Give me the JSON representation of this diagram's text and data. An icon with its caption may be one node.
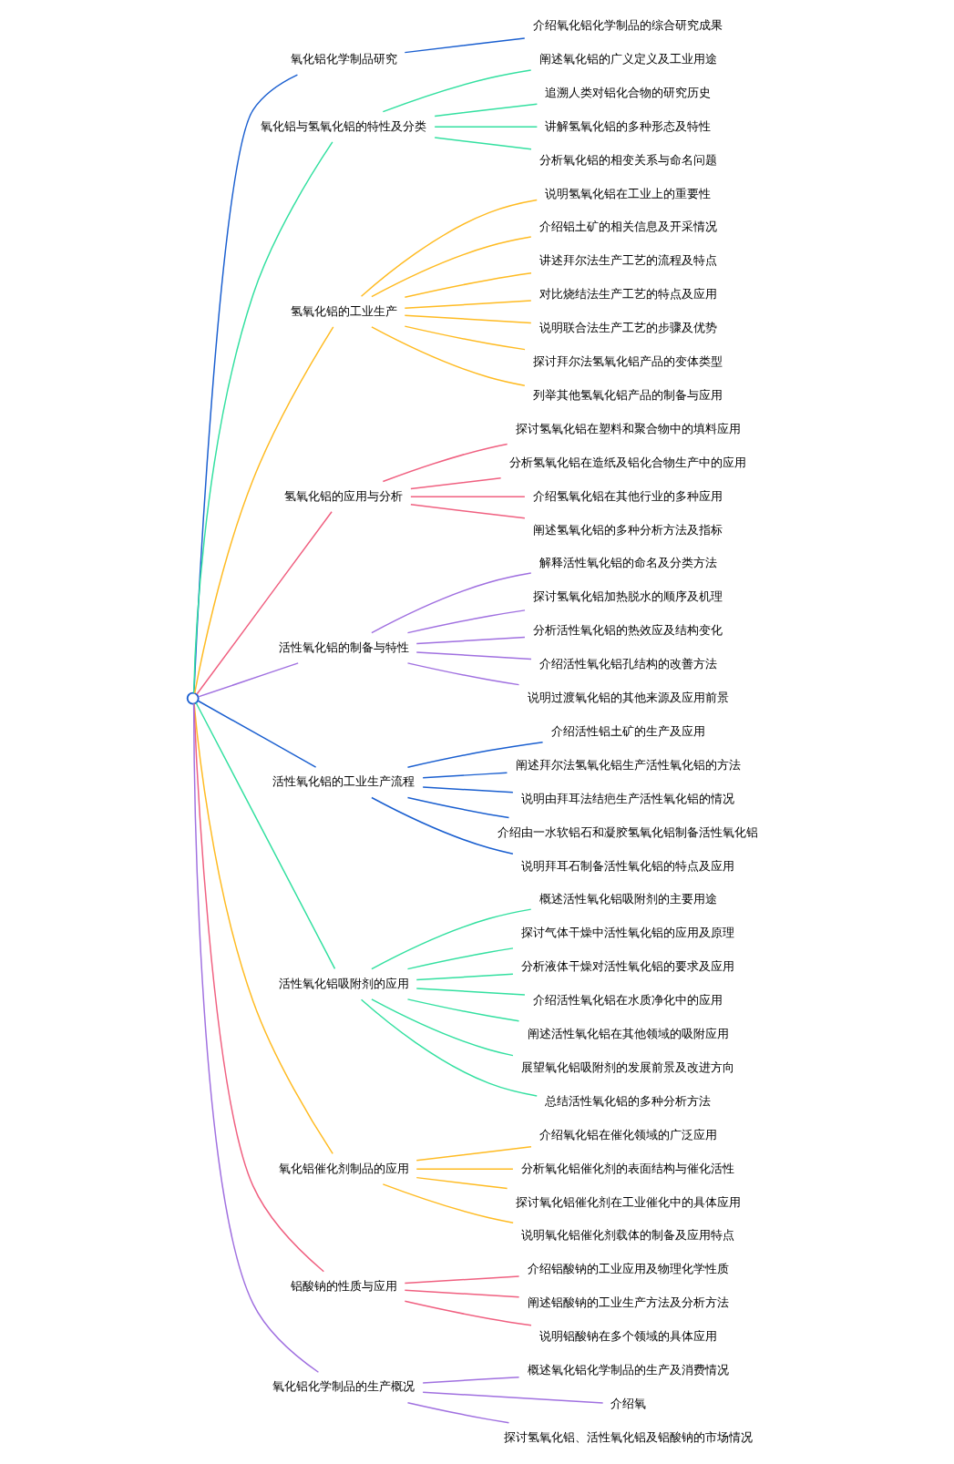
{
  "diagram": {
    "nodes": [
      {
        "text": [],
        "shape": "circle"
      },
      {
        "text": [
          "氧化铝化学制品研究"
        ]
      },
      {
        "text": [
          "介绍氧化铝化学制品的综合研究成果"
        ]
      },
      {
        "text": [
          "氧化铝与氢氧化铝的特性及分类"
        ]
      },
      {
        "text": [
          "阐述氧化铝的广义定义及工业用途"
        ]
      },
      {
        "text": [
          "追溯人类对铝化合物的研究历史"
        ]
      },
      {
        "text": [
          "讲解氢氧化铝的多种形态及特性"
        ]
      },
      {
        "text": [
          "分析氧化铝的相变关系与命名问题"
        ]
      },
      {
        "text": [
          "氢氧化铝的工业生产"
        ]
      },
      {
        "text": [
          "说明氢氧化铝在工业上的重要性"
        ]
      },
      {
        "text": [
          "介绍铝土矿的相关信息及开采情况"
        ]
      },
      {
        "text": [
          "讲述拜尔法生产工艺的流程及特点"
        ]
      },
      {
        "text": [
          "对比烧结法生产工艺的特点及应用"
        ]
      },
      {
        "text": [
          "说明联合法生产工艺的步骤及优势"
        ]
      },
      {
        "text": [
          "探讨拜尔法氢氧化铝产品的变体类型"
        ]
      },
      {
        "text": [
          "列举其他氢氧化铝产品的制备与应用"
        ]
      },
      {
        "text": [
          "氢氧化铝的应用与分析"
        ]
      },
      {
        "text": [
          "探讨氢氧化铝在塑料和聚合物中的填料应用"
        ]
      },
      {
        "text": [
          "分析氢氧化铝在造纸及铝化合物生产中的应用"
        ]
      },
      {
        "text": [
          "介绍氢氧化铝在其他行业的多种应用"
        ]
      },
      {
        "text": [
          "阐述氢氧化铝的多种分析方法及指标"
        ]
      },
      {
        "text": [
          "活性氧化铝的制备与特性"
        ]
      },
      {
        "text": [
          "解释活性氧化铝的命名及分类方法"
        ]
      },
      {
        "text": [
          "探讨氢氧化铝加热脱水的顺序及机理"
        ]
      },
      {
        "text": [
          "分析活性氧化铝的热效应及结构变化"
        ]
      },
      {
        "text": [
          "介绍活性氧化铝孔结构的改善方法"
        ]
      },
      {
        "text": [
          "说明过渡氧化铝的其他来源及应用前景"
        ]
      },
      {
        "text": [
          "活性氧化铝的工业生产流程"
        ]
      },
      {
        "text": [
          "介绍活性铝土矿的生产及应用"
        ]
      },
      {
        "text": [
          "阐述拜尔法氢氧化铝生产活性氧化铝的方法"
        ]
      },
      {
        "text": [
          "说明由拜耳法结疤生产活性氧化铝的情况"
        ]
      },
      {
        "text": [
          "介绍由一水软铝石和凝胶氢氧化铝制备活性氧化铝"
        ]
      },
      {
        "text": [
          "说明拜耳石制备活性氧化铝的特点及应用"
        ]
      },
      {
        "text": [
          "活性氧化铝吸附剂的应用"
        ]
      },
      {
        "text": [
          "概述活性氧化铝吸附剂的主要用途"
        ]
      },
      {
        "text": [
          "探讨气体干燥中活性氧化铝的应用及原理"
        ]
      },
      {
        "text": [
          "分析液体干燥对活性氧化铝的要求及应用"
        ]
      },
      {
        "text": [
          "介绍活性氧化铝在水质净化中的应用"
        ]
      },
      {
        "text": [
          "阐述活性氧化铝在其他领域的吸附应用"
        ]
      },
      {
        "text": [
          "展望氧化铝吸附剂的发展前景及改进方向"
        ]
      },
      {
        "text": [
          "总结活性氧化铝的多种分析方法"
        ]
      },
      {
        "text": [
          "氧化铝催化剂制品的应用"
        ]
      },
      {
        "text": [
          "介绍氧化铝在催化领域的广泛应用"
        ]
      },
      {
        "text": [
          "分析氧化铝催化剂的表面结构与催化活性"
        ]
      },
      {
        "text": [
          "探讨氧化铝催化剂在工业催化中的具体应用"
        ]
      },
      {
        "text": [
          "说明氧化铝催化剂载体的制备及应用特点"
        ]
      },
      {
        "text": [
          "铝酸钠的性质与应用"
        ]
      },
      {
        "text": [
          "介绍铝酸钠的工业应用及物理化学性质"
        ]
      },
      {
        "text": [
          "阐述铝酸钠的工业生产方法及分析方法"
        ]
      },
      {
        "text": [
          "说明铝酸钠在多个领域的具体应用"
        ]
      },
      {
        "text": [
          "氧化铝化学制品的生产概况"
        ]
      },
      {
        "text": [
          "概述氧化铝化学制品的生产及消费情况"
        ]
      },
      {
        "text": [
          "介绍氧"
        ]
      },
      {
        "text": [
          "探讨氢氧化铝、活性氧化铝及铝酸钠的市场情况"
        ]
      }
    ],
    "edges": [
      {
        "from": 0,
        "to": 1,
        "arrow": "none",
        "color": "#1a5fd0"
      },
      {
        "from": 1,
        "to": 2,
        "arrow": "none",
        "color": "#1a5fd0"
      },
      {
        "from": 0,
        "to": 3,
        "arrow": "none",
        "color": "#33e0a0"
      },
      {
        "from": 3,
        "to": 4,
        "arrow": "none",
        "color": "#33e0a0"
      },
      {
        "from": 3,
        "to": 5,
        "arrow": "none",
        "color": "#33e0a0"
      },
      {
        "from": 3,
        "to": 6,
        "arrow": "none",
        "color": "#33e0a0"
      },
      {
        "from": 3,
        "to": 7,
        "arrow": "none",
        "color": "#33e0a0"
      },
      {
        "from": 0,
        "to": 8,
        "arrow": "none",
        "color": "#ffbb22"
      },
      {
        "from": 8,
        "to": 9,
        "arrow": "none",
        "color": "#ffbb22"
      },
      {
        "from": 8,
        "to": 10,
        "arrow": "none",
        "color": "#ffbb22"
      },
      {
        "from": 8,
        "to": 11,
        "arrow": "none",
        "color": "#ffbb22"
      },
      {
        "from": 8,
        "to": 12,
        "arrow": "none",
        "color": "#ffbb22"
      },
      {
        "from": 8,
        "to": 13,
        "arrow": "none",
        "color": "#ffbb22"
      },
      {
        "from": 8,
        "to": 14,
        "arrow": "none",
        "color": "#ffbb22"
      },
      {
        "from": 8,
        "to": 15,
        "arrow": "none",
        "color": "#ffbb22"
      },
      {
        "from": 0,
        "to": 16,
        "arrow": "none",
        "color": "#f06080"
      },
      {
        "from": 16,
        "to": 17,
        "arrow": "none",
        "color": "#f06080"
      },
      {
        "from": 16,
        "to": 18,
        "arrow": "none",
        "color": "#f06080"
      },
      {
        "from": 16,
        "to": 19,
        "arrow": "none",
        "color": "#f06080"
      },
      {
        "from": 16,
        "to": 20,
        "arrow": "none",
        "color": "#f06080"
      },
      {
        "from": 0,
        "to": 21,
        "arrow": "none",
        "color": "#a070e0"
      },
      {
        "from": 21,
        "to": 22,
        "arrow": "none",
        "color": "#a070e0"
      },
      {
        "from": 21,
        "to": 23,
        "arrow": "none",
        "color": "#a070e0"
      },
      {
        "from": 21,
        "to": 24,
        "arrow": "none",
        "color": "#a070e0"
      },
      {
        "from": 21,
        "to": 25,
        "arrow": "none",
        "color": "#a070e0"
      },
      {
        "from": 21,
        "to": 26,
        "arrow": "none",
        "color": "#a070e0"
      },
      {
        "from": 0,
        "to": 27,
        "arrow": "none",
        "color": "#1a5fd0"
      },
      {
        "from": 27,
        "to": 28,
        "arrow": "none",
        "color": "#1a5fd0"
      },
      {
        "from": 27,
        "to": 29,
        "arrow": "none",
        "color": "#1a5fd0"
      },
      {
        "from": 27,
        "to": 30,
        "arrow": "none",
        "color": "#1a5fd0"
      },
      {
        "from": 27,
        "to": 31,
        "arrow": "none",
        "color": "#1a5fd0"
      },
      {
        "from": 27,
        "to": 32,
        "arrow": "none",
        "color": "#1a5fd0"
      },
      {
        "from": 0,
        "to": 33,
        "arrow": "none",
        "color": "#33e0a0"
      },
      {
        "from": 33,
        "to": 34,
        "arrow": "none",
        "color": "#33e0a0"
      },
      {
        "from": 33,
        "to": 35,
        "arrow": "none",
        "color": "#33e0a0"
      },
      {
        "from": 33,
        "to": 36,
        "arrow": "none",
        "color": "#33e0a0"
      },
      {
        "from": 33,
        "to": 37,
        "arrow": "none",
        "color": "#33e0a0"
      },
      {
        "from": 33,
        "to": 38,
        "arrow": "none",
        "color": "#33e0a0"
      },
      {
        "from": 33,
        "to": 39,
        "arrow": "none",
        "color": "#33e0a0"
      },
      {
        "from": 33,
        "to": 40,
        "arrow": "none",
        "color": "#33e0a0"
      },
      {
        "from": 0,
        "to": 41,
        "arrow": "none",
        "color": "#ffbb22"
      },
      {
        "from": 41,
        "to": 42,
        "arrow": "none",
        "color": "#ffbb22"
      },
      {
        "from": 41,
        "to": 43,
        "arrow": "none",
        "color": "#ffbb22"
      },
      {
        "from": 41,
        "to": 44,
        "arrow": "none",
        "color": "#ffbb22"
      },
      {
        "from": 41,
        "to": 45,
        "arrow": "none",
        "color": "#ffbb22"
      },
      {
        "from": 0,
        "to": 46,
        "arrow": "none",
        "color": "#f06080"
      },
      {
        "from": 46,
        "to": 47,
        "arrow": "none",
        "color": "#f06080"
      },
      {
        "from": 46,
        "to": 48,
        "arrow": "none",
        "color": "#f06080"
      },
      {
        "from": 46,
        "to": 49,
        "arrow": "none",
        "color": "#f06080"
      },
      {
        "from": 0,
        "to": 50,
        "arrow": "none",
        "color": "#a070e0"
      },
      {
        "from": 50,
        "to": 51,
        "arrow": "none",
        "color": "#a070e0"
      },
      {
        "from": 50,
        "to": 52,
        "arrow": "none",
        "color": "#a070e0"
      },
      {
        "from": 50,
        "to": 53,
        "arrow": "none",
        "color": "#a070e0"
      }
    ]
  }
}
